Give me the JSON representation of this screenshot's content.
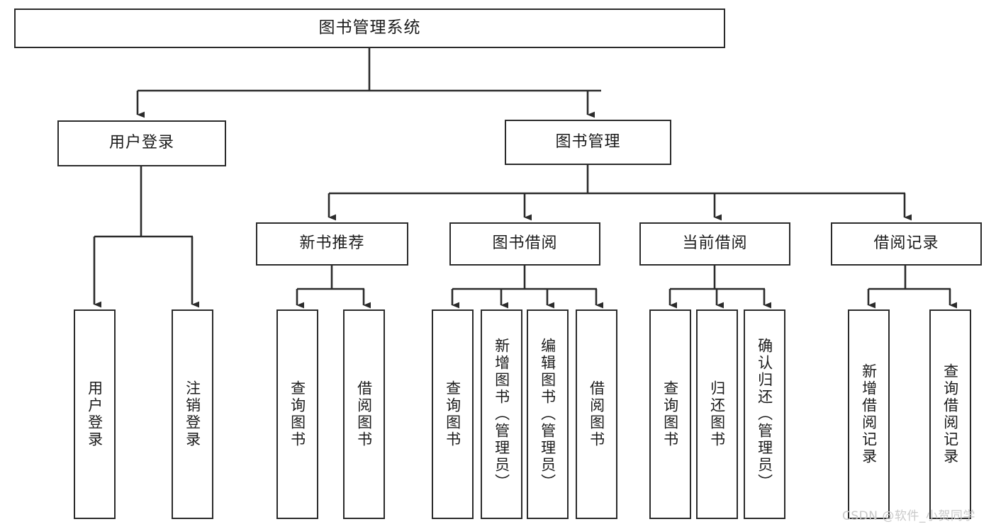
{
  "diagram": {
    "title": "图书管理系统",
    "type": "hierarchy-tree",
    "watermark": "CSDN @软件_小贺同学",
    "colors": {
      "box_border": "#2b2b2b",
      "box_fill": "#ffffff",
      "edge": "#2b2b2b",
      "text": "#1b1b1b",
      "watermark": "#c9c9c9"
    },
    "levels": {
      "level1": [
        {
          "id": "root",
          "label": "图书管理系统"
        }
      ],
      "level2": [
        {
          "id": "user-login",
          "label": "用户登录"
        },
        {
          "id": "book-management",
          "label": "图书管理"
        }
      ],
      "level3": [
        {
          "id": "new-book-recommend",
          "label": "新书推荐"
        },
        {
          "id": "book-borrow",
          "label": "图书借阅"
        },
        {
          "id": "current-borrow",
          "label": "当前借阅"
        },
        {
          "id": "borrow-record",
          "label": "借阅记录"
        }
      ],
      "level4": [
        {
          "id": "leaf-user-login",
          "label": "用户登录",
          "parent": "user-login"
        },
        {
          "id": "leaf-logout-login",
          "label": "注销登录",
          "parent": "user-login"
        },
        {
          "id": "leaf-query-book-1",
          "label": "查询图书",
          "parent": "new-book-recommend"
        },
        {
          "id": "leaf-borrow-book-1",
          "label": "借阅图书",
          "parent": "new-book-recommend"
        },
        {
          "id": "leaf-query-book-2",
          "label": "查询图书",
          "parent": "book-borrow"
        },
        {
          "id": "leaf-add-book",
          "label": "新增图书（管理员）",
          "parent": "book-borrow"
        },
        {
          "id": "leaf-edit-book",
          "label": "编辑图书（管理员）",
          "parent": "book-borrow"
        },
        {
          "id": "leaf-borrow-book-2",
          "label": "借阅图书",
          "parent": "book-borrow"
        },
        {
          "id": "leaf-query-book-3",
          "label": "查询图书",
          "parent": "current-borrow"
        },
        {
          "id": "leaf-return-book",
          "label": "归还图书",
          "parent": "current-borrow"
        },
        {
          "id": "leaf-confirm-return",
          "label": "确认归还（管理员）",
          "parent": "current-borrow"
        },
        {
          "id": "leaf-add-record",
          "label": "新增借阅记录",
          "parent": "borrow-record"
        },
        {
          "id": "leaf-query-record",
          "label": "查询借阅记录",
          "parent": "borrow-record"
        }
      ]
    }
  }
}
